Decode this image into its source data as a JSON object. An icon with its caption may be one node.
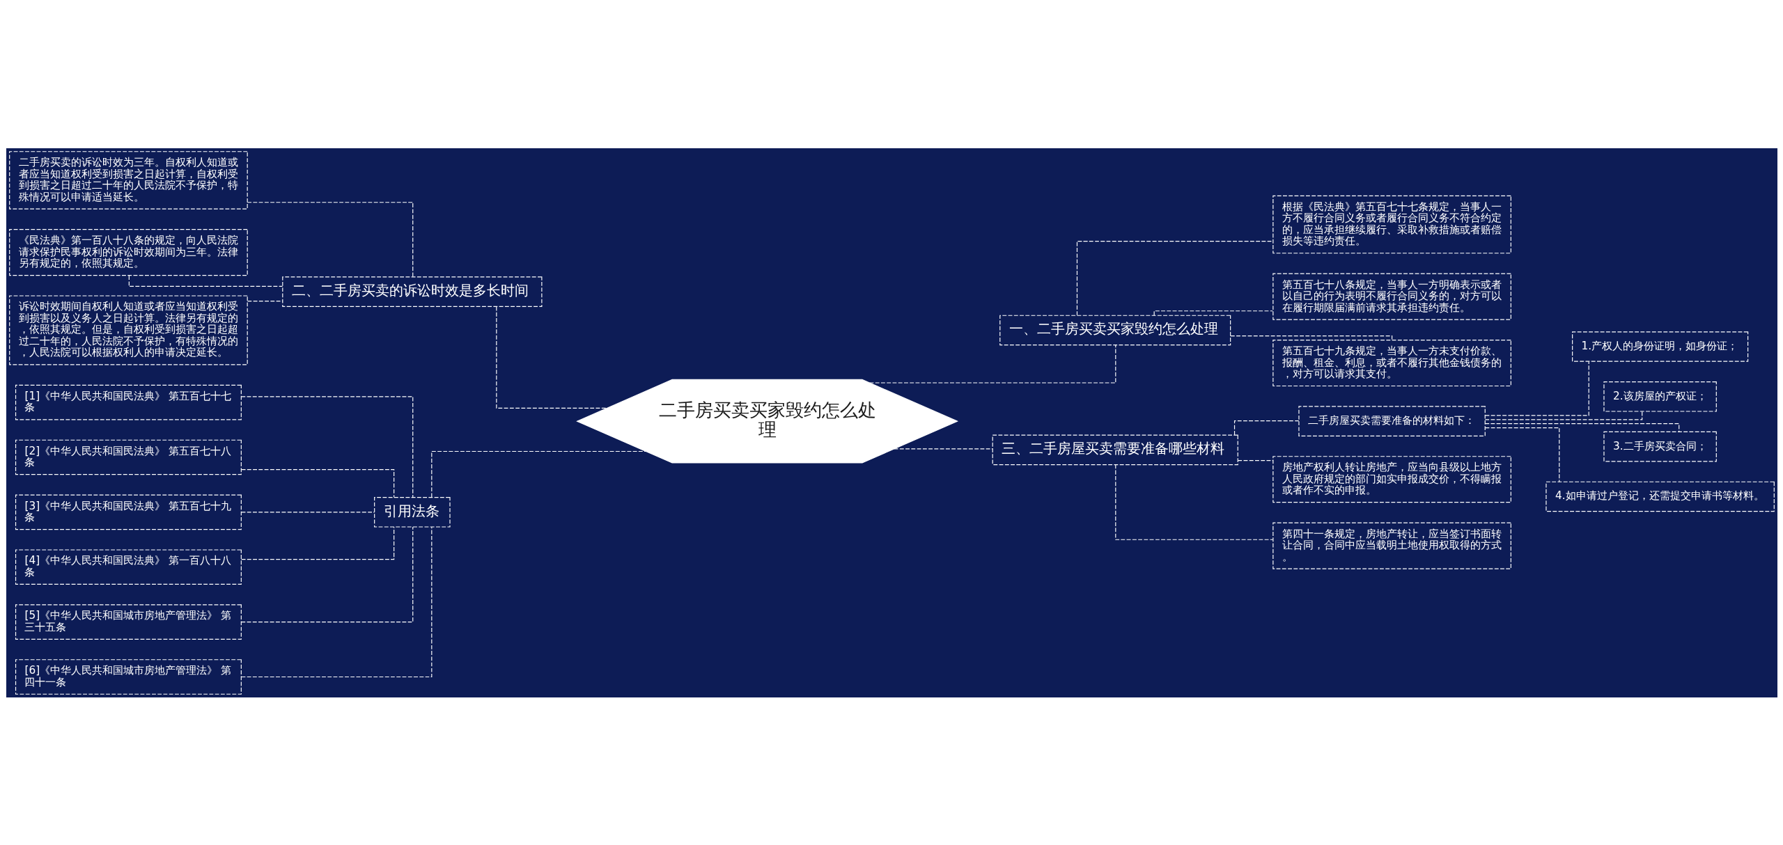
{
  "diagram": {
    "nodes": [
      {
        "text": [
          "二手房买卖买家毁约怎么处理"
        ]
      },
      {
        "text": [
          "一、二手房买卖买家毁约怎么处理"
        ]
      },
      {
        "text": [
          "根据《民法典》第五百七十七条规定，当事人一方不履行合同义务或者履行合同义务不符合约定的，应当承担继续履行、采取补救措施或者赔偿损失等违约责任。"
        ]
      },
      {
        "text": [
          "第五百七十八条规定，当事人一方明确表示或者以自己的行为表明不履行合同义务的，对方可以在履行期限届满前请求其承担违约责任。"
        ]
      },
      {
        "text": [
          "第五百七十九条规定，当事人一方未支付价款、报酬、租金、利息，或者不履行其他金钱债务的，对方可以请求其支付。"
        ]
      },
      {
        "text": [
          "三、二手房屋买卖需要准备哪些材料"
        ]
      },
      {
        "text": [
          "二手房屋买卖需要准备的材料如下："
        ]
      },
      {
        "text": [
          "1.产权人的身份证明，如身份证；"
        ]
      },
      {
        "text": [
          "2.该房屋的产权证；"
        ]
      },
      {
        "text": [
          "3.二手房买卖合同；"
        ]
      },
      {
        "text": [
          "4.如申请过户登记，还需提交申请书等材料。"
        ]
      },
      {
        "text": [
          "房地产权利人转让房地产，应当向县级以上地方人民政府规定的部门如实申报成交价，不得瞒报或者作不实的申报。"
        ]
      },
      {
        "text": [
          "第四十一条规定，房地产转让，应当签订书面转让合同，合同中应当载明土地使用权取得的方式。"
        ]
      },
      {
        "text": [
          "二、二手房买卖的诉讼时效是多长时间"
        ]
      },
      {
        "text": [
          "二手房买卖的诉讼时效为三年。自权利人知道或者应当知道权利受到损害之日起计算，自权利受到损害之日超过二十年的人民法院不予保护，特殊情况可以申请适当延长。"
        ]
      },
      {
        "text": [
          "《民法典》第一百八十八条的规定，向人民法院请求保护民事权利的诉讼时效期间为三年。法律另有规定的，依照其规定。"
        ]
      },
      {
        "text": [
          "诉讼时效期间自权利人知道或者应当知道权利受到损害以及义务人之日起计算。法律另有规定的，依照其规定。但是，自权利受到损害之日起超过二十年的，人民法院不予保护，有特殊情况的，人民法院可以根据权利人的申请决定延长。"
        ]
      },
      {
        "text": [
          "引用法条"
        ]
      },
      {
        "text": [
          "[1]《中华人民共和国民法典》 第五百七十七条"
        ]
      },
      {
        "text": [
          "[2]《中华人民共和国民法典》 第五百七十八条"
        ]
      },
      {
        "text": [
          "[3]《中华人民共和国民法典》 第五百七十九条"
        ]
      },
      {
        "text": [
          "[4]《中华人民共和国民法典》 第一百八十八条"
        ]
      },
      {
        "text": [
          "[5]《中华人民共和国城市房地产管理法》 第三十五条"
        ]
      },
      {
        "text": [
          "[6]《中华人民共和国城市房地产管理法》 第四十一条"
        ]
      }
    ],
    "edges": [
      {
        "from": 0,
        "to": 1,
        "arrow": "none",
        "style": "dashed"
      },
      {
        "from": 1,
        "to": 2,
        "arrow": "none",
        "style": "dashed"
      },
      {
        "from": 1,
        "to": 3,
        "arrow": "none",
        "style": "dashed"
      },
      {
        "from": 1,
        "to": 4,
        "arrow": "none",
        "style": "dashed"
      },
      {
        "from": 0,
        "to": 5,
        "arrow": "none",
        "style": "dashed"
      },
      {
        "from": 5,
        "to": 6,
        "arrow": "none",
        "style": "dashed"
      },
      {
        "from": 6,
        "to": 7,
        "arrow": "none",
        "style": "dashed"
      },
      {
        "from": 6,
        "to": 8,
        "arrow": "none",
        "style": "dashed"
      },
      {
        "from": 6,
        "to": 9,
        "arrow": "none",
        "style": "dashed"
      },
      {
        "from": 6,
        "to": 10,
        "arrow": "none",
        "style": "dashed"
      },
      {
        "from": 5,
        "to": 11,
        "arrow": "none",
        "style": "dashed"
      },
      {
        "from": 5,
        "to": 12,
        "arrow": "none",
        "style": "dashed"
      },
      {
        "from": 13,
        "to": 0,
        "arrow": "none",
        "style": "dashed"
      },
      {
        "from": 14,
        "to": 13,
        "arrow": "none",
        "style": "dashed"
      },
      {
        "from": 15,
        "to": 13,
        "arrow": "none",
        "style": "dashed"
      },
      {
        "from": 16,
        "to": 13,
        "arrow": "none",
        "style": "dashed"
      },
      {
        "from": 17,
        "to": 0,
        "arrow": "none",
        "style": "dashed"
      },
      {
        "from": 18,
        "to": 17,
        "arrow": "none",
        "style": "dashed"
      },
      {
        "from": 19,
        "to": 17,
        "arrow": "none",
        "style": "dashed"
      },
      {
        "from": 20,
        "to": 17,
        "arrow": "none",
        "style": "dashed"
      },
      {
        "from": 21,
        "to": 17,
        "arrow": "none",
        "style": "dashed"
      },
      {
        "from": 22,
        "to": 17,
        "arrow": "none",
        "style": "dashed"
      },
      {
        "from": 23,
        "to": 17,
        "arrow": "none",
        "style": "dashed"
      }
    ]
  }
}
